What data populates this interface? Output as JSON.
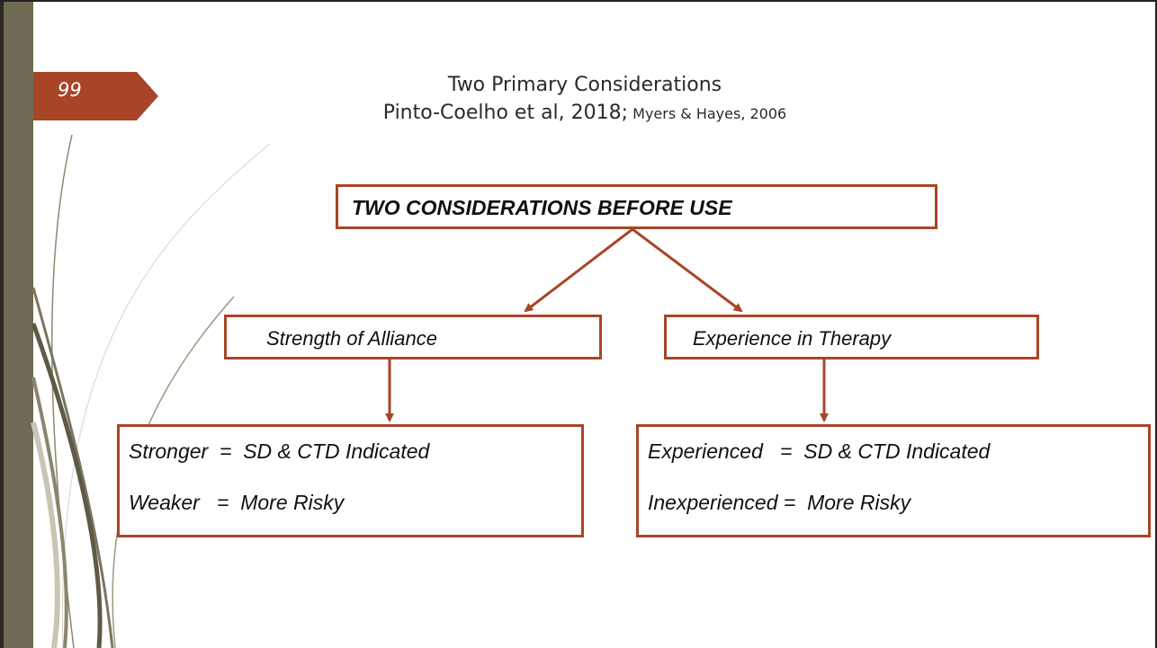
{
  "slide": {
    "page_number": "99",
    "title_line1": "Two Primary Considerations",
    "title_line2_main": "Pinto-Coelho et al, 2018;",
    "title_line2_small": " Myers & Hayes, 2006"
  },
  "diagram": {
    "root": "TWO CONSIDERATIONS BEFORE USE",
    "left_branch": "Strength of Alliance",
    "right_branch": "Experience in Therapy",
    "left_outcomes": [
      "Stronger  =  SD & CTD Indicated",
      "Weaker   =  More Risky"
    ],
    "right_outcomes": [
      "Experienced   =  SD & CTD Indicated",
      "Inexperienced =  More Risky"
    ]
  },
  "colors": {
    "accent": "#a84527",
    "sidebar": "#6e6a54",
    "text": "#111111"
  }
}
